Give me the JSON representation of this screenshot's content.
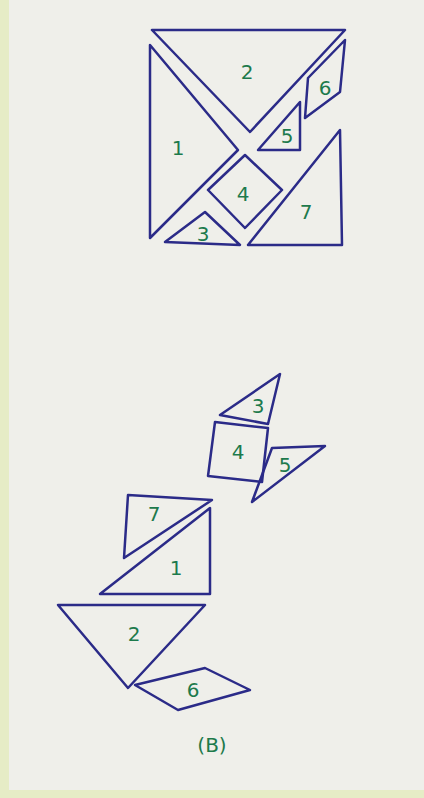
{
  "diagram": {
    "nodes": [
      {
        "text": [
          "2"
        ]
      },
      {
        "text": [
          "6"
        ]
      },
      {
        "text": [
          "1"
        ]
      },
      {
        "text": [
          "5"
        ]
      },
      {
        "text": [
          "4"
        ]
      },
      {
        "text": [
          "7"
        ]
      },
      {
        "text": [
          "3"
        ]
      },
      {
        "text": [
          "3"
        ]
      },
      {
        "text": [
          "4"
        ]
      },
      {
        "text": [
          "5"
        ]
      },
      {
        "text": [
          "7"
        ]
      },
      {
        "text": [
          "1"
        ]
      },
      {
        "text": [
          "2"
        ]
      },
      {
        "text": [
          "6"
        ]
      }
    ],
    "labels": [
      "(B)"
    ]
  }
}
